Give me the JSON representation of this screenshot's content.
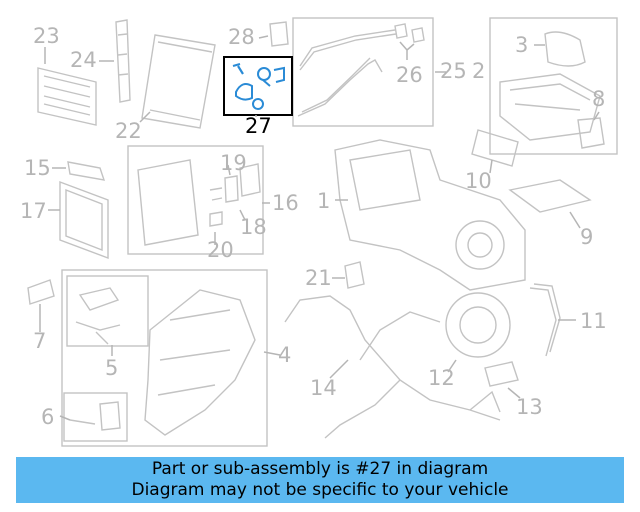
{
  "highlight_color": "#2a8bd6",
  "accent_color": "#5bb8f0",
  "parts": [
    {
      "id": "part-1",
      "label": "1"
    },
    {
      "id": "part-2",
      "label": "2"
    },
    {
      "id": "part-3",
      "label": "3"
    },
    {
      "id": "part-4",
      "label": "4"
    },
    {
      "id": "part-5",
      "label": "5"
    },
    {
      "id": "part-6",
      "label": "6"
    },
    {
      "id": "part-7",
      "label": "7"
    },
    {
      "id": "part-8",
      "label": "8"
    },
    {
      "id": "part-9",
      "label": "9"
    },
    {
      "id": "part-10",
      "label": "10"
    },
    {
      "id": "part-11",
      "label": "11"
    },
    {
      "id": "part-12",
      "label": "12"
    },
    {
      "id": "part-13",
      "label": "13"
    },
    {
      "id": "part-14",
      "label": "14"
    },
    {
      "id": "part-15",
      "label": "15"
    },
    {
      "id": "part-16",
      "label": "16"
    },
    {
      "id": "part-17",
      "label": "17"
    },
    {
      "id": "part-18",
      "label": "18"
    },
    {
      "id": "part-19",
      "label": "19"
    },
    {
      "id": "part-20",
      "label": "20"
    },
    {
      "id": "part-21",
      "label": "21"
    },
    {
      "id": "part-22",
      "label": "22"
    },
    {
      "id": "part-23",
      "label": "23"
    },
    {
      "id": "part-24",
      "label": "24"
    },
    {
      "id": "part-25",
      "label": "25"
    },
    {
      "id": "part-26",
      "label": "26"
    },
    {
      "id": "part-27",
      "label": "27",
      "highlighted": true
    },
    {
      "id": "part-28",
      "label": "28"
    }
  ],
  "banner": {
    "line1": "Part or sub-assembly is #27 in diagram",
    "line2": "Diagram may not be specific to your vehicle"
  }
}
